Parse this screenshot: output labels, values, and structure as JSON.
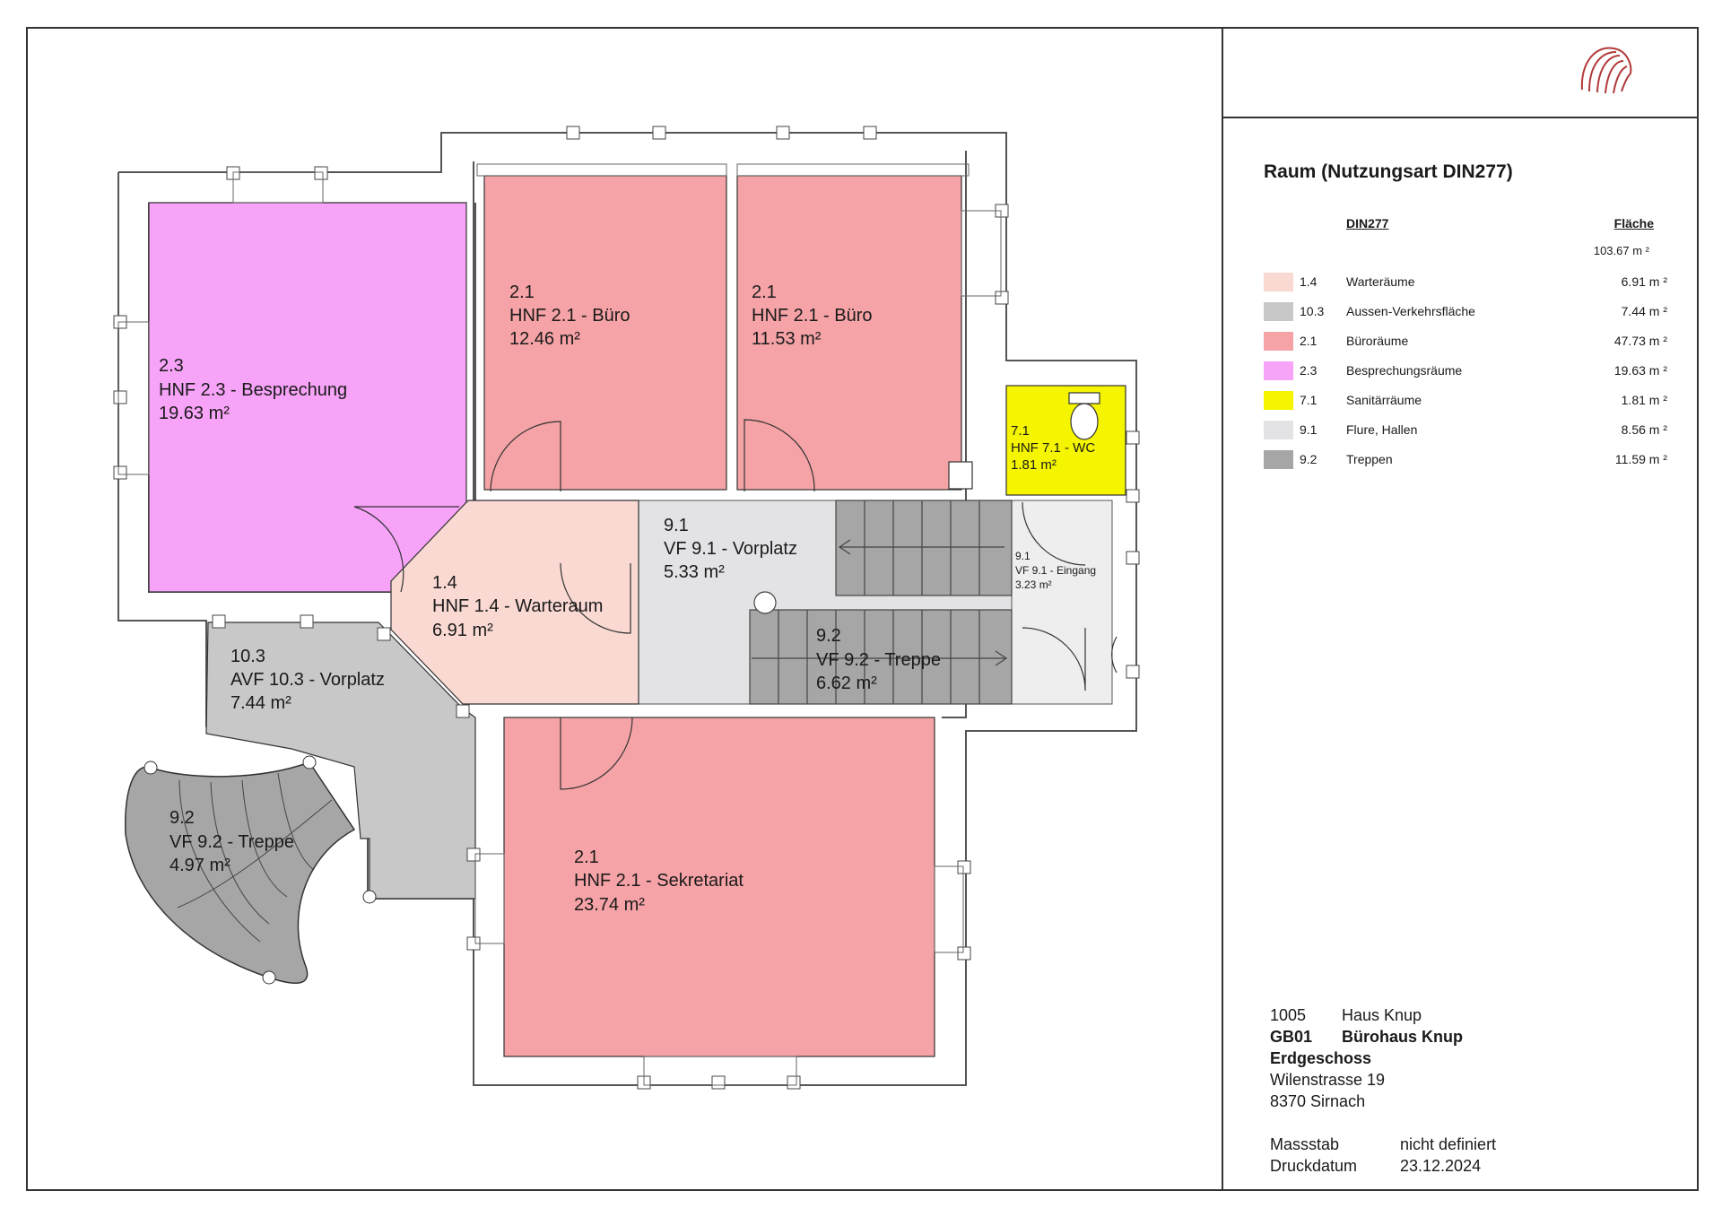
{
  "legend": {
    "title": "Raum (Nutzungsart DIN277)",
    "col_din": "DIN277",
    "col_area": "Fläche",
    "total": "103.67 m ²",
    "rows": [
      {
        "code": "1.4",
        "name": "Warteräume",
        "area": "6.91 m ²",
        "color": "#f9d9d2"
      },
      {
        "code": "10.3",
        "name": "Aussen-Verkehrsfläche",
        "area": "7.44 m ²",
        "color": "#c8c8c8"
      },
      {
        "code": "2.1",
        "name": "Büroräume",
        "area": "47.73 m ²",
        "color": "#f5a3a6"
      },
      {
        "code": "2.3",
        "name": "Besprechungsräume",
        "area": "19.63 m ²",
        "color": "#f7a3f7"
      },
      {
        "code": "7.1",
        "name": "Sanitärräume",
        "area": "1.81 m ²",
        "color": "#f5f500"
      },
      {
        "code": "9.1",
        "name": "Flure, Hallen",
        "area": "8.56 m ²",
        "color": "#e3e3e6"
      },
      {
        "code": "9.2",
        "name": "Treppen",
        "area": "11.59 m ²",
        "color": "#a6a6a6"
      }
    ]
  },
  "rooms": {
    "besprechung": {
      "code": "2.3",
      "label": "HNF 2.3 - Besprechung",
      "area": "19.63 m²"
    },
    "buero1": {
      "code": "2.1",
      "label": "HNF 2.1 - Büro",
      "area": "12.46 m²"
    },
    "buero2": {
      "code": "2.1",
      "label": "HNF 2.1 - Büro",
      "area": "11.53 m²"
    },
    "wc": {
      "code": "7.1",
      "label": "HNF 7.1 - WC",
      "area": "1.81 m²"
    },
    "warteraum": {
      "code": "1.4",
      "label": "HNF 1.4 - Warteraum",
      "area": "6.91 m²"
    },
    "vorplatz_in": {
      "code": "9.1",
      "label": "VF 9.1 - Vorplatz",
      "area": "5.33 m²"
    },
    "eingang": {
      "code": "9.1",
      "label": "VF 9.1 - Eingang",
      "area": "3.23 m²"
    },
    "treppe_in": {
      "code": "9.2",
      "label": "VF 9.2 - Treppe",
      "area": "6.62 m²"
    },
    "vorplatz_out": {
      "code": "10.3",
      "label": "AVF 10.3 - Vorplatz",
      "area": "7.44 m²"
    },
    "treppe_out": {
      "code": "9.2",
      "label": "VF 9.2 - Treppe",
      "area": "4.97 m²"
    },
    "sekretariat": {
      "code": "2.1",
      "label": "HNF 2.1 - Sekretariat",
      "area": "23.74 m²"
    }
  },
  "info": {
    "project_no": "1005",
    "project_name": "Haus Knup",
    "building_code": "GB01",
    "building_name": "Bürohaus Knup",
    "floor": "Erdgeschoss",
    "street": "Wilenstrasse 19",
    "city": "8370 Sirnach",
    "scale_label": "Massstab",
    "scale_value": "nicht definiert",
    "date_label": "Druckdatum",
    "date_value": "23.12.2024"
  }
}
